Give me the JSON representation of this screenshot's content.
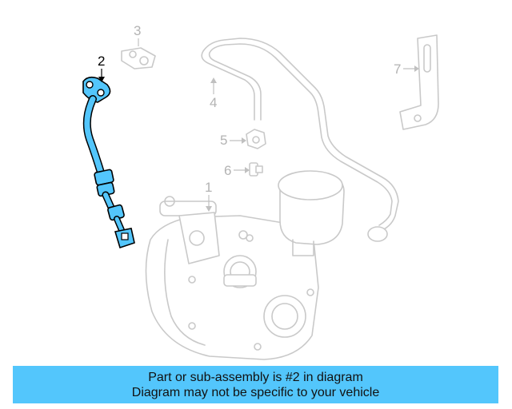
{
  "diagram": {
    "callouts": [
      {
        "number": "1",
        "highlighted": false
      },
      {
        "number": "2",
        "highlighted": true
      },
      {
        "number": "3",
        "highlighted": false
      },
      {
        "number": "4",
        "highlighted": false
      },
      {
        "number": "5",
        "highlighted": false
      },
      {
        "number": "6",
        "highlighted": false
      },
      {
        "number": "7",
        "highlighted": false
      }
    ],
    "highlight_color": "#53c6fc",
    "ghost_color": "#c9c9c9"
  },
  "footer": {
    "line1": "Part or sub-assembly is #2 in diagram",
    "line2": "Diagram may not be specific to your vehicle",
    "background": "#53c6fc"
  }
}
